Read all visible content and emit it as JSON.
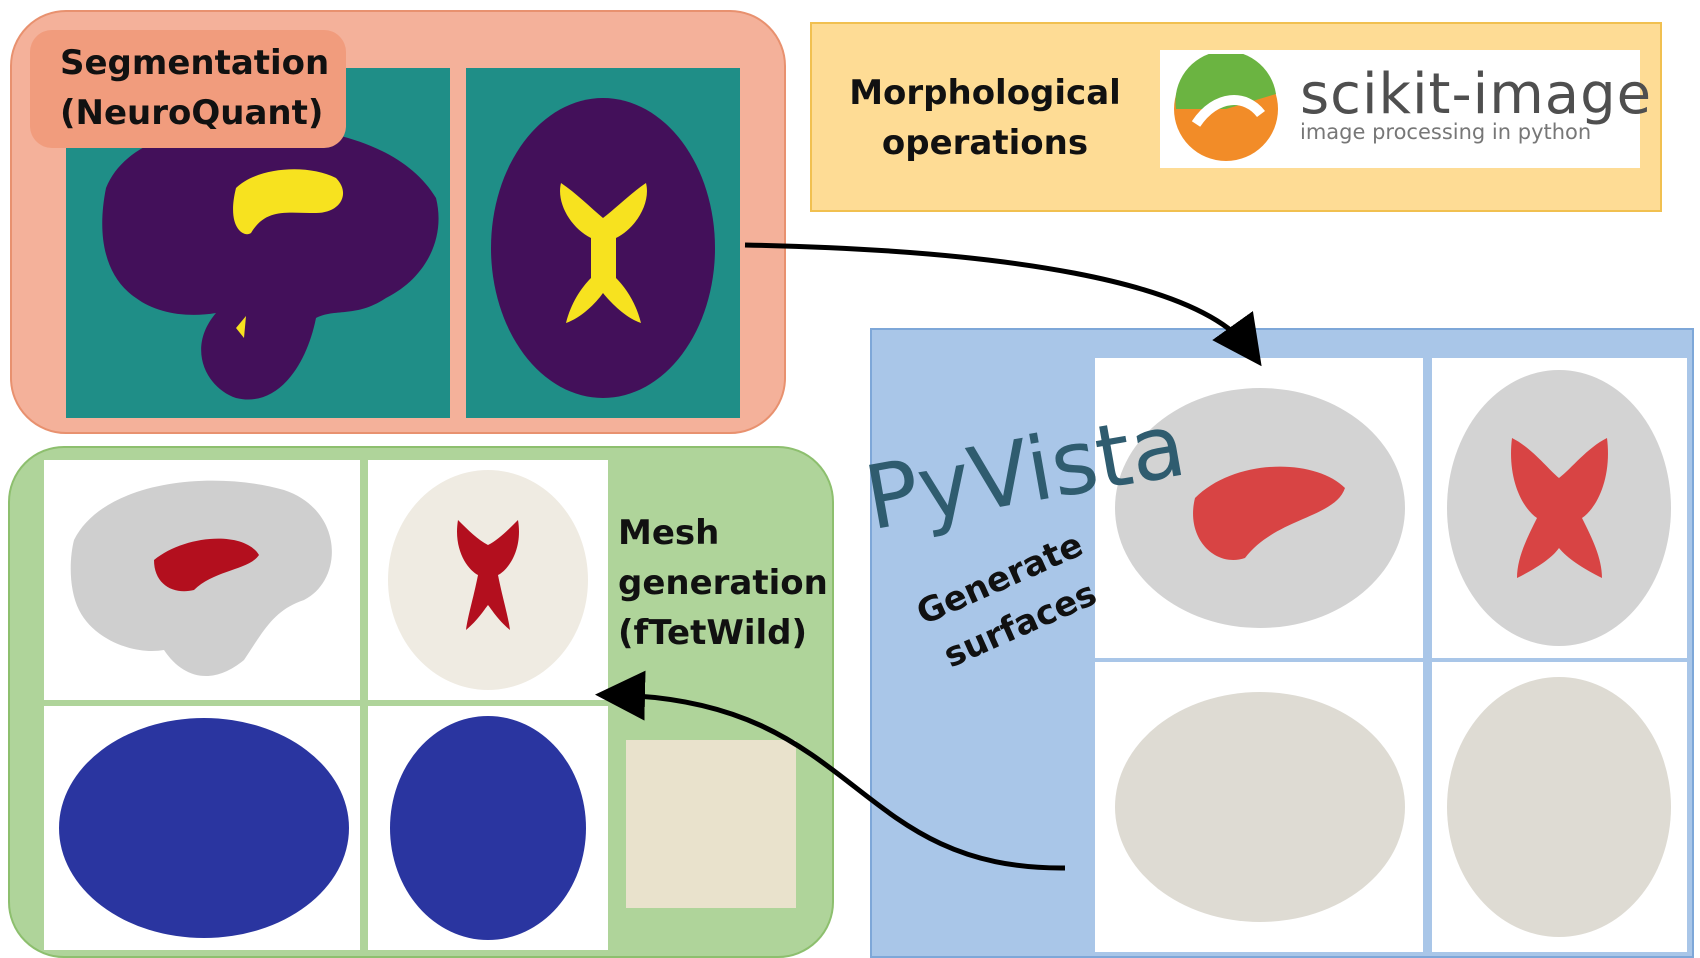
{
  "segmentation": {
    "title_line1": "Segmentation",
    "title_line2": "(NeuroQuant)"
  },
  "morphological": {
    "title_line1": "Morphological",
    "title_line2": "operations"
  },
  "scikit_image": {
    "name": "scikit-image",
    "tagline": "image processing in python"
  },
  "pyvista": {
    "logo_text": "PyVista",
    "label_line1": "Generate",
    "label_line2": "surfaces"
  },
  "mesh": {
    "title_line1": "Mesh",
    "title_line2": "generation",
    "title_line3": "(fTetWild)"
  },
  "colors": {
    "segmentation_panel": "#f4b19a",
    "morphological_panel": "#fedc95",
    "pyvista_panel": "#a9c6e8",
    "mesh_panel": "#afd49a",
    "segmentation_background": "#1f8e87",
    "brain_tissue": "#43105a",
    "ventricles": "#f7e21f",
    "ventricle_surface": "#d82a2a",
    "mesh_edges": "#2a35a0"
  }
}
